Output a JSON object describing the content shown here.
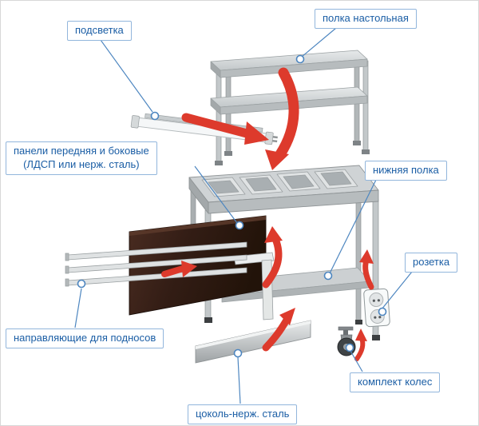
{
  "diagram_subject": "serving-counter-exploded-view",
  "colors": {
    "label_text": "#1b5ea5",
    "label_border": "#92b6dc",
    "leader": "#4d86c0",
    "arrow": "#dd3a2c",
    "steel_light": "#dfe3e4",
    "steel_mid": "#b7bcbe",
    "panel_wood": "#331d15"
  },
  "labels": {
    "lighting": "подсветка",
    "table_shelf": "полка настольная",
    "panels_line1": "панели передняя и боковые",
    "panels_line2": "(ЛДСП или нерж. сталь)",
    "lower_shelf": "нижняя полка",
    "socket": "розетка",
    "tray_rails": "направляющие для подносов",
    "wheel_set": "комплект колес",
    "plinth": "цоколь-нерж. сталь"
  }
}
